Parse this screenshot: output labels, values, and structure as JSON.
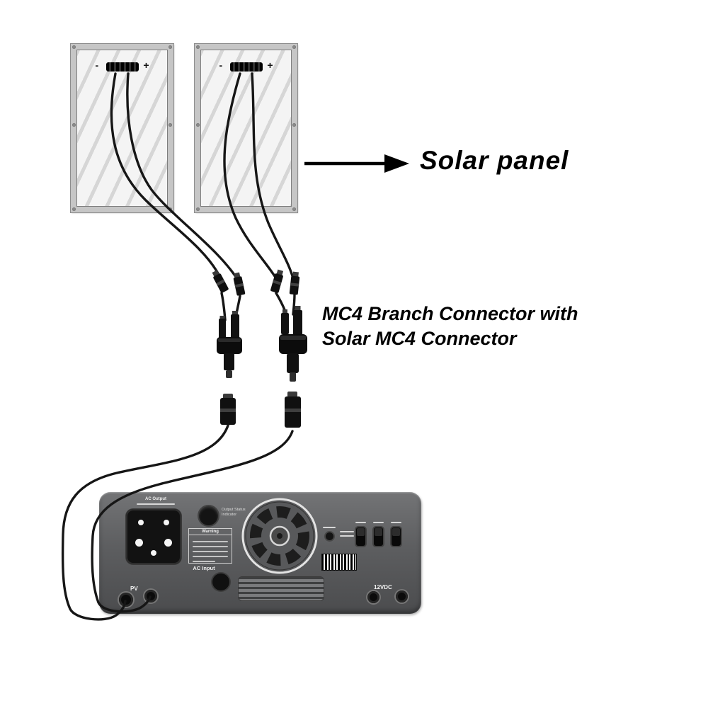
{
  "labels": {
    "solar_panel": "Solar panel",
    "mc4_line1": "MC4 Branch Connector with",
    "mc4_line2": "Solar MC4 Connector"
  },
  "panel": {
    "minus": "-",
    "plus": "+"
  },
  "inverter": {
    "ac_output": "AC Output",
    "output_status": "Output Status Indicator",
    "warning": "Warning",
    "ac_input": "AC Input",
    "pv_label": "PV",
    "dc_label": "12VDC"
  },
  "colors": {
    "wire": "#161616",
    "inverter_body": "#5d5e60",
    "panel_frame": "#c6c6c6",
    "text": "#000000"
  }
}
